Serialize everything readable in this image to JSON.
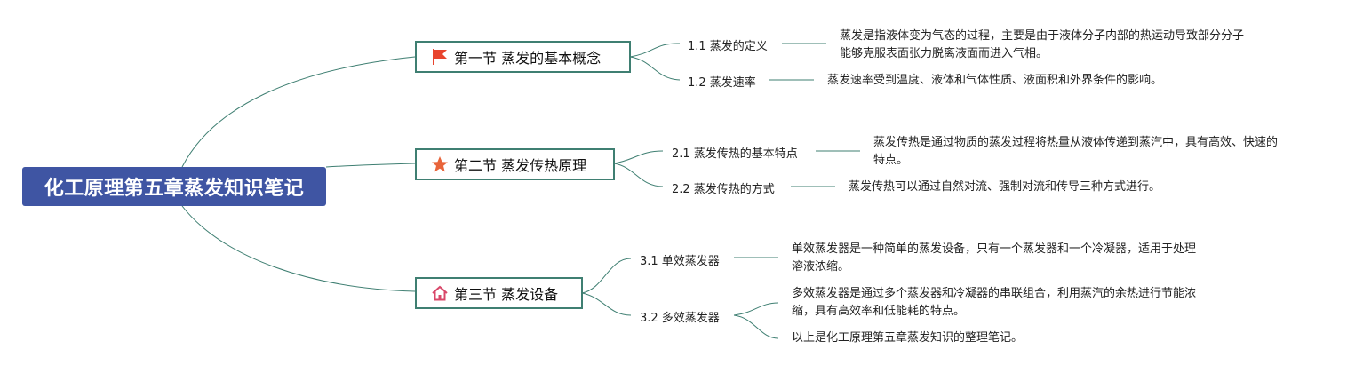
{
  "title": "化工原理第五章蒸发知识笔记",
  "sections": [
    {
      "label": "第一节 蒸发的基本概念",
      "icon": "red-flag-icon",
      "topics": [
        {
          "label": "1.1 蒸发的定义",
          "notes": [
            "蒸发是指液体变为气态的过程，主要是由于液体分子内部的热运动导致部分分子",
            "能够克服表面张力脱离液面而进入气相。"
          ]
        },
        {
          "label": "1.2 蒸发速率",
          "notes": [
            "蒸发速率受到温度、液体和气体性质、液面积和外界条件的影响。"
          ]
        }
      ]
    },
    {
      "label": "第二节 蒸发传热原理",
      "icon": "orange-star-icon",
      "topics": [
        {
          "label": "2.1 蒸发传热的基本特点",
          "notes": [
            "蒸发传热是通过物质的蒸发过程将热量从液体传递到蒸汽中，具有高效、快速的",
            "特点。"
          ]
        },
        {
          "label": "2.2 蒸发传热的方式",
          "notes": [
            "蒸发传热可以通过自然对流、强制对流和传导三种方式进行。"
          ]
        }
      ]
    },
    {
      "label": "第三节 蒸发设备",
      "icon": "home-icon",
      "topics": [
        {
          "label": "3.1 单效蒸发器",
          "notes": [
            "单效蒸发器是一种简单的蒸发设备，只有一个蒸发器和一个冷凝器，适用于处理",
            "溶液浓缩。"
          ]
        },
        {
          "label": "3.2 多效蒸发器",
          "notes": [
            "多效蒸发器是通过多个蒸发器和冷凝器的串联组合，利用蒸汽的余热进行节能浓",
            "缩，具有高效率和低能耗的特点。"
          ],
          "extra_note": "以上是化工原理第五章蒸发知识的整理笔记。"
        }
      ]
    }
  ],
  "colors": {
    "root_bg": "#3f55a3",
    "line": "#3f7f72",
    "flag": "#e8442e",
    "star": "#e8643a",
    "home": "#d9486a"
  }
}
